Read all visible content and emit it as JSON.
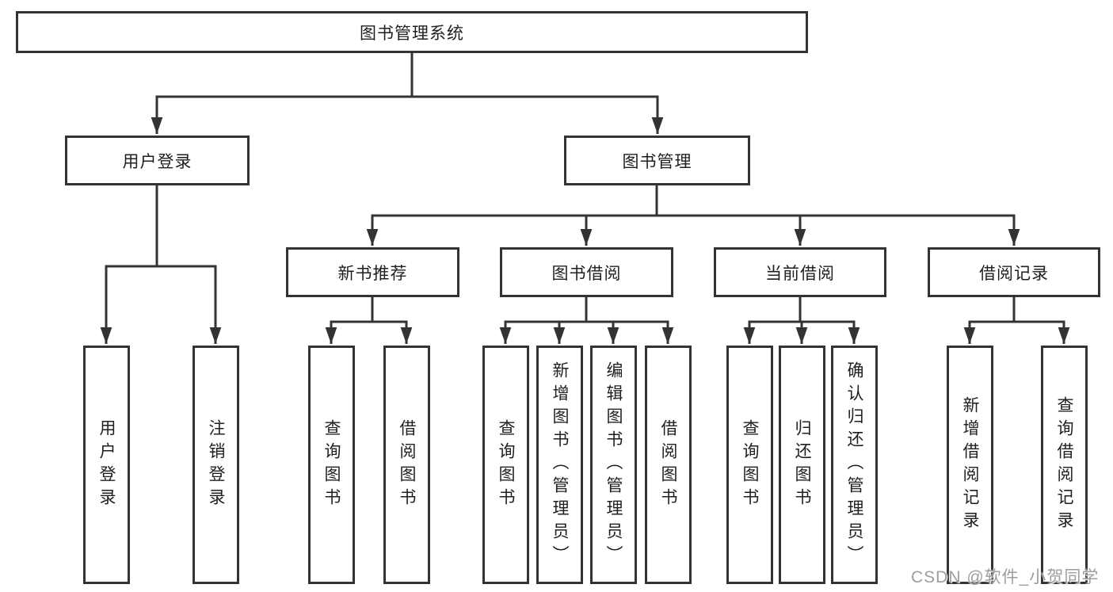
{
  "diagram": {
    "type": "tree-diagram",
    "tree": {
      "label": "图书管理系统",
      "children": [
        {
          "label": "用户登录",
          "children": [
            {
              "label": "用户登录"
            },
            {
              "label": "注销登录"
            }
          ]
        },
        {
          "label": "图书管理",
          "children": [
            {
              "label": "新书推荐",
              "children": [
                {
                  "label": "查询图书"
                },
                {
                  "label": "借阅图书"
                }
              ]
            },
            {
              "label": "图书借阅",
              "children": [
                {
                  "label": "查询图书"
                },
                {
                  "label": "新增图书（管理员）"
                },
                {
                  "label": "编辑图书（管理员）"
                },
                {
                  "label": "借阅图书"
                }
              ]
            },
            {
              "label": "当前借阅",
              "children": [
                {
                  "label": "查询图书"
                },
                {
                  "label": "归还图书"
                },
                {
                  "label": "确认归还（管理员）"
                }
              ]
            },
            {
              "label": "借阅记录",
              "children": [
                {
                  "label": "新增借阅记录"
                },
                {
                  "label": "查询借阅记录"
                }
              ]
            }
          ]
        }
      ]
    },
    "colors": {
      "line": "#333333",
      "box_border": "#333333",
      "box_background": "#ffffff",
      "text": "#1f1f1f",
      "watermark": "#9e9e9e",
      "background": "#ffffff"
    }
  },
  "watermark": {
    "text": "CSDN @软件_小贺同学"
  }
}
